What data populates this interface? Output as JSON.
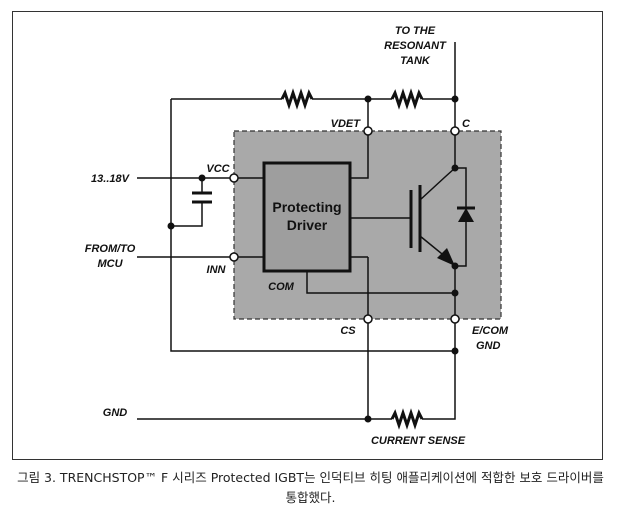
{
  "diagram": {
    "pins": {
      "vdet": "VDET",
      "c": "C",
      "vcc": "VCC",
      "inn": "INN",
      "com": "COM",
      "cs": "CS",
      "e_com": "E/COM",
      "gnd_pin": "GND"
    },
    "external": {
      "resonant_line1": "TO THE",
      "resonant_line2": "RESONANT",
      "resonant_line3": "TANK",
      "supply": "13..18V",
      "mcu_line1": "FROM/TO",
      "mcu_line2": "MCU",
      "gnd": "GND",
      "current_sense": "CURRENT SENSE"
    },
    "block": {
      "line1": "Protecting",
      "line2": "Driver"
    },
    "colors": {
      "package_fill": "#a9a9a9",
      "driver_fill": "#9e9e9e"
    }
  },
  "caption": "그림 3. TRENCHSTOP™ F 시리즈 Protected IGBT는 인덕티브 히팅 애플리케이션에 적합한 보호 드라이버를 통합했다."
}
